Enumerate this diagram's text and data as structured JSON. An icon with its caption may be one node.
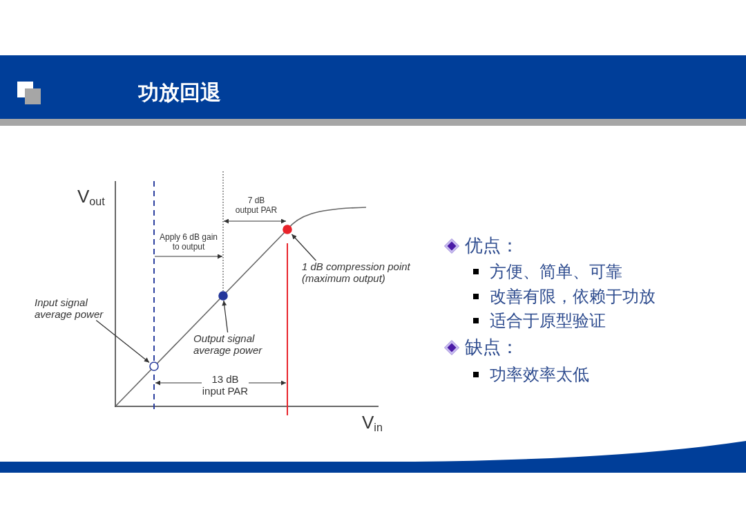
{
  "diagram": {
    "title": "功放回退",
    "nodes": [
      {
        "text": [
          "Input signal average power"
        ]
      },
      {
        "text": [
          "Output signal average power"
        ]
      },
      {
        "text": [
          "1 dB compression point (maximum output)"
        ]
      },
      {
        "text": [],
        "shape": "circle"
      },
      {
        "text": [],
        "shape": "circle"
      },
      {
        "text": [],
        "shape": "circle"
      }
    ],
    "edges": [
      {
        "from": 0,
        "to": 3,
        "arrow": "to"
      },
      {
        "from": 1,
        "to": 4,
        "arrow": "to"
      },
      {
        "from": 2,
        "to": 5,
        "arrow": "to"
      }
    ],
    "labels": [
      "V$_{out}$",
      "7 dB output PAR",
      "Apply 6 dB gain to output",
      "13 dB input PAR",
      "V$_{in}$",
      "优点：",
      "方便、简单、可靠",
      "改善有限，依赖于功放",
      "适合于原型验证",
      "缺点：",
      "功率效率太低"
    ]
  }
}
